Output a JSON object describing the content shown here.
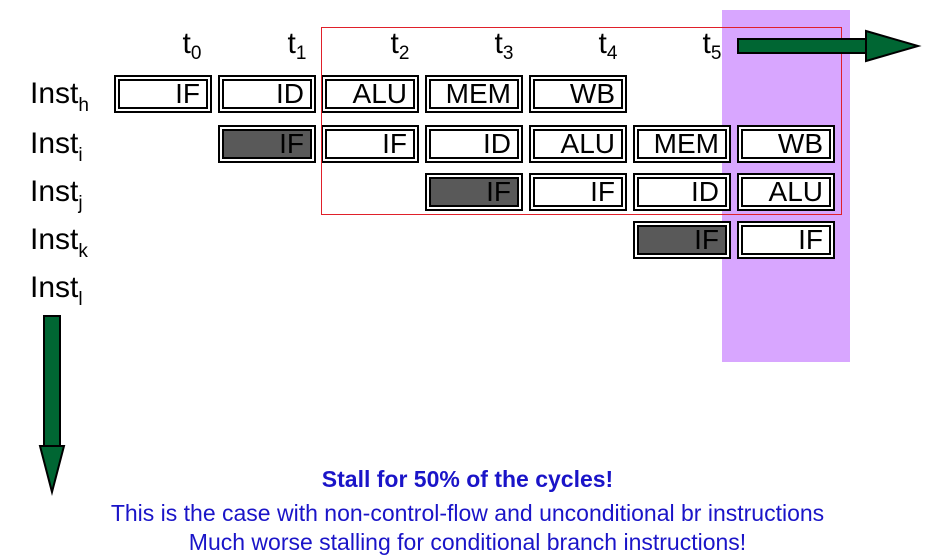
{
  "time_labels": [
    {
      "base": "t",
      "sub": "0"
    },
    {
      "base": "t",
      "sub": "1"
    },
    {
      "base": "t",
      "sub": "2"
    },
    {
      "base": "t",
      "sub": "3"
    },
    {
      "base": "t",
      "sub": "4"
    },
    {
      "base": "t",
      "sub": "5"
    }
  ],
  "instructions": [
    {
      "base": "Inst",
      "sub": "h"
    },
    {
      "base": "Inst",
      "sub": "i"
    },
    {
      "base": "Inst",
      "sub": "j"
    },
    {
      "base": "Inst",
      "sub": "k"
    },
    {
      "base": "Inst",
      "sub": "l"
    }
  ],
  "pipeline_rows": [
    [
      {
        "col": 0,
        "label": "IF",
        "stall": false
      },
      {
        "col": 1,
        "label": "ID",
        "stall": false
      },
      {
        "col": 2,
        "label": "ALU",
        "stall": false
      },
      {
        "col": 3,
        "label": "MEM",
        "stall": false
      },
      {
        "col": 4,
        "label": "WB",
        "stall": false
      }
    ],
    [
      {
        "col": 1,
        "label": "IF",
        "stall": true
      },
      {
        "col": 2,
        "label": "IF",
        "stall": false
      },
      {
        "col": 3,
        "label": "ID",
        "stall": false
      },
      {
        "col": 4,
        "label": "ALU",
        "stall": false
      },
      {
        "col": 5,
        "label": "MEM",
        "stall": false
      },
      {
        "col": 6,
        "label": "WB",
        "stall": false
      }
    ],
    [
      {
        "col": 3,
        "label": "IF",
        "stall": true
      },
      {
        "col": 4,
        "label": "IF",
        "stall": false
      },
      {
        "col": 5,
        "label": "ID",
        "stall": false
      },
      {
        "col": 6,
        "label": "ALU",
        "stall": false
      }
    ],
    [
      {
        "col": 5,
        "label": "IF",
        "stall": true
      },
      {
        "col": 6,
        "label": "IF",
        "stall": false
      }
    ],
    []
  ],
  "captions": {
    "headline": "Stall for 50% of the cycles!",
    "line2": "This is the case with non-control-flow and unconditional br instructions",
    "line3": "Much worse stalling for conditional branch instructions!"
  },
  "colors": {
    "arrow": "#006633",
    "highlight": "#d8a6ff",
    "window_border": "#e0202a",
    "stall_fill": "#595959",
    "caption_text": "#1a14c8"
  }
}
